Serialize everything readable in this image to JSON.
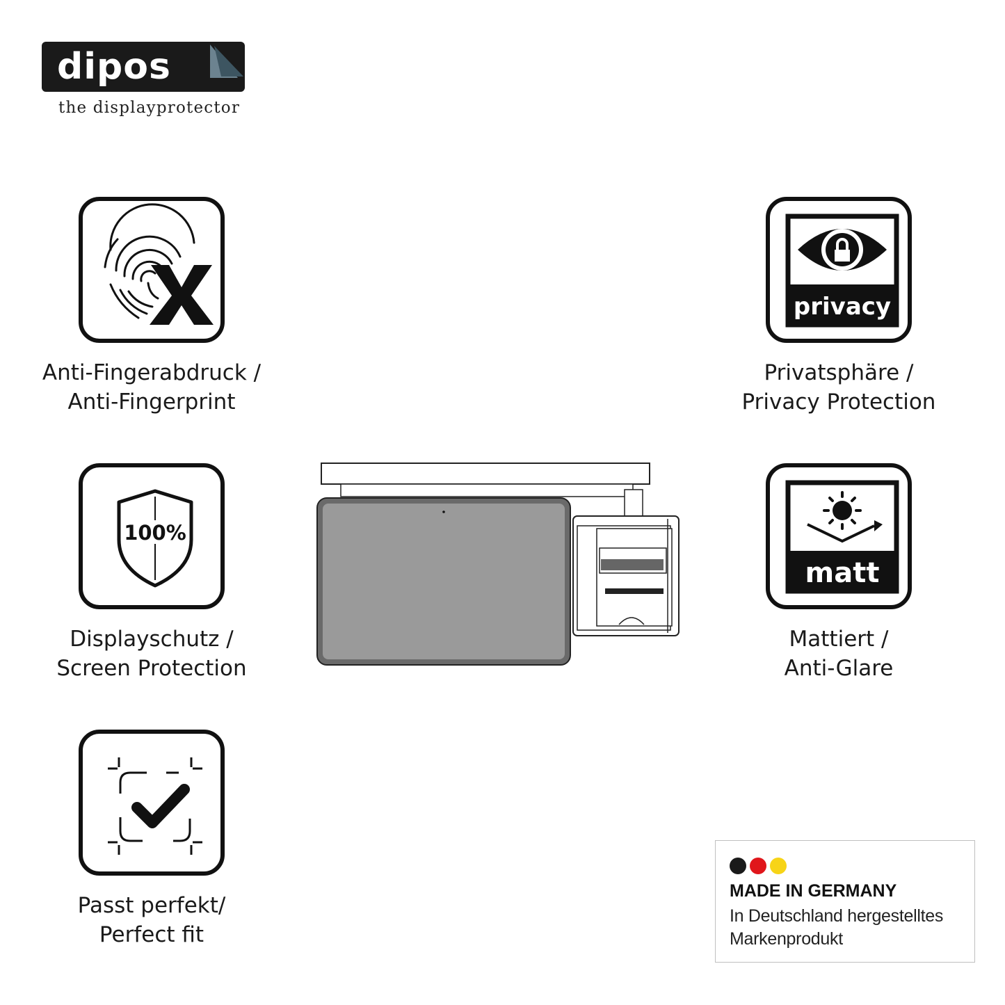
{
  "brand": {
    "name": "dipos",
    "tagline": "the displayprotector"
  },
  "features": [
    {
      "id": "anti-fingerprint",
      "icon": "fingerprint-x-icon",
      "line1": "Anti-Fingerabdruck /",
      "line2": "Anti-Fingerprint"
    },
    {
      "id": "privacy",
      "icon": "privacy-eye-lock-icon",
      "icon_label": "privacy",
      "line1": "Privatsphäre /",
      "line2": "Privacy Protection"
    },
    {
      "id": "screen-protection",
      "icon": "shield-100-icon",
      "icon_label": "100%",
      "line1": "Displayschutz /",
      "line2": "Screen Protection"
    },
    {
      "id": "anti-glare",
      "icon": "sun-matt-icon",
      "icon_label": "matt",
      "line1": "Mattiert /",
      "line2": "Anti-Glare"
    },
    {
      "id": "perfect-fit",
      "icon": "checkmark-frame-icon",
      "line1": "Passt perfekt/",
      "line2": "Perfect fit"
    }
  ],
  "product": {
    "icon": "pos-terminal-illustration"
  },
  "made_in": {
    "title": "MADE IN GERMANY",
    "line1": "In Deutschland hergestelltes",
    "line2": "Markenprodukt",
    "flag_colors": [
      "#1a1a1a",
      "#e0161b",
      "#f7d417"
    ]
  }
}
